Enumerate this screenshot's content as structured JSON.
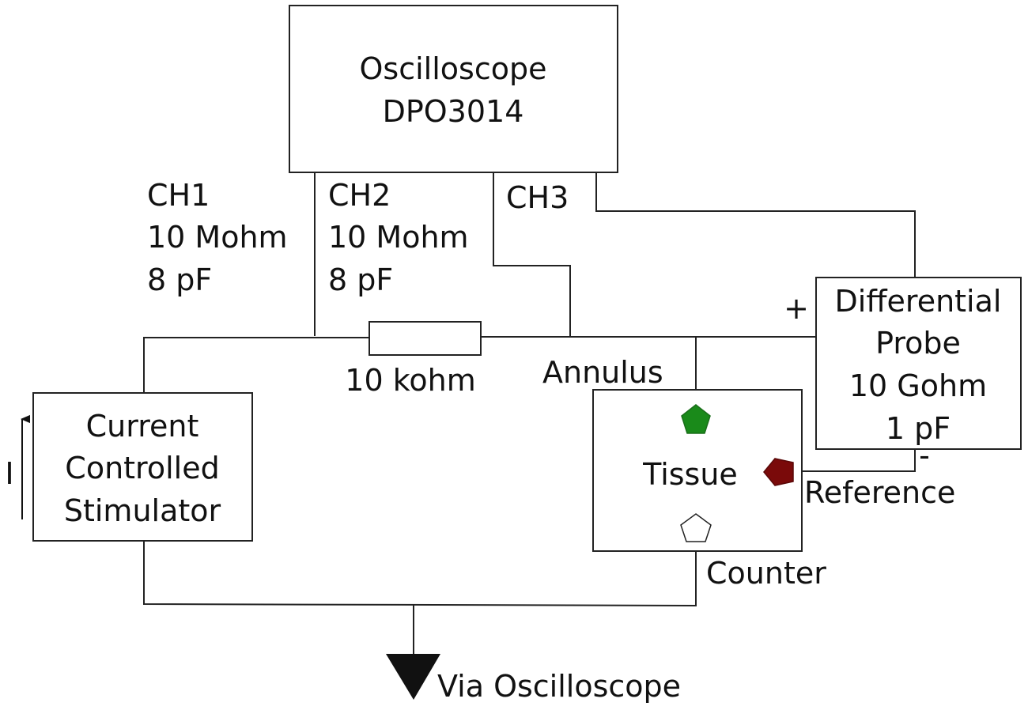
{
  "oscilloscope": {
    "line1": "Oscilloscope",
    "line2": "DPO3014"
  },
  "channels": {
    "ch1": {
      "name": "CH1",
      "resistance": "10 Mohm",
      "capacitance": "8 pF"
    },
    "ch2": {
      "name": "CH2",
      "resistance": "10 Mohm",
      "capacitance": "8 pF"
    },
    "ch3": {
      "name": "CH3"
    }
  },
  "differential_probe": {
    "line1": "Differential",
    "line2": "Probe",
    "line3": "10 Gohm",
    "line4": "1 pF",
    "plus": "+",
    "minus": "-"
  },
  "resistor": {
    "label": "10 kohm"
  },
  "stimulator": {
    "line1": "Current",
    "line2": "Controlled",
    "line3": "Stimulator",
    "current_label": "I"
  },
  "tissue": {
    "label": "Tissue"
  },
  "electrodes": {
    "annulus": {
      "label": "Annulus",
      "color": "#1a8a1a"
    },
    "reference": {
      "label": "Reference",
      "color": "#7a0a0a"
    },
    "counter": {
      "label": "Counter",
      "color": "#ffffff"
    }
  },
  "ground": {
    "label": "Via Oscilloscope"
  }
}
